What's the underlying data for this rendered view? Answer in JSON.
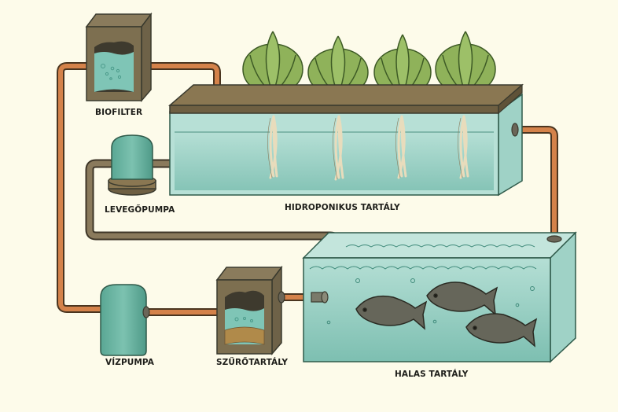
{
  "diagram": {
    "title": "Aquaponics system",
    "labels": {
      "biofilter": "BIOFILTER",
      "air_pump": "LEVEGŐPUMPA",
      "hydroponic_tank": "HIDROPONIKUS TARTÁLY",
      "water_pump": "VÍZPUMPA",
      "filter_tank": "SZŰRŐTARTÁLY",
      "fish_tank": "HALAS TARTÁLY"
    },
    "components": [
      {
        "id": "biofilter",
        "type": "box-filter",
        "contents": "water with bubbles"
      },
      {
        "id": "hydroponic_tank",
        "type": "tank",
        "plants": 4,
        "contents": "water with plant roots"
      },
      {
        "id": "air_pump",
        "type": "pump"
      },
      {
        "id": "fish_tank",
        "type": "tank",
        "fish": 3
      },
      {
        "id": "water_pump",
        "type": "pump"
      },
      {
        "id": "filter_tank",
        "type": "box-filter",
        "contents": "water over gravel"
      }
    ],
    "connections": [
      {
        "from": "biofilter",
        "to": "hydroponic_tank",
        "pipe": "water"
      },
      {
        "from": "hydroponic_tank",
        "to": "fish_tank",
        "pipe": "water"
      },
      {
        "from": "fish_tank",
        "to": "filter_tank",
        "pipe": "water"
      },
      {
        "from": "filter_tank",
        "to": "water_pump",
        "pipe": "water"
      },
      {
        "from": "water_pump",
        "to": "biofilter",
        "pipe": "water"
      },
      {
        "from": "air_pump",
        "to": "hydroponic_tank",
        "pipe": "air"
      },
      {
        "from": "air_pump",
        "to": "fish_tank",
        "pipe": "air"
      }
    ],
    "colors": {
      "background": "#fdfbea",
      "water_pipe": "#d4824a",
      "air_pipe": "#8a7a5c",
      "water": "#8ccbc0",
      "tank_glass": "#b7e0d6",
      "wood": "#7a6a4a",
      "plant": "#8fb25a",
      "fish": "#66665a",
      "pump": "#6bb5a3",
      "outline": "#3a3a2e"
    }
  }
}
